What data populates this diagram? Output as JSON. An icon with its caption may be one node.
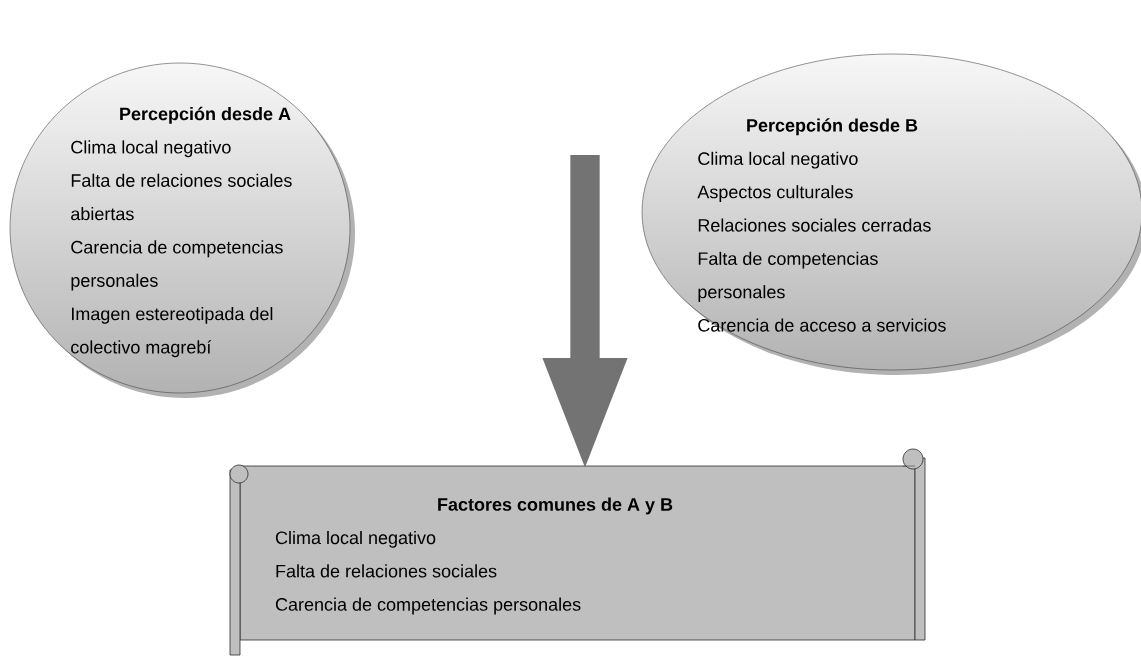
{
  "diagram": {
    "nodes": [
      {
        "text": [
          "Percepción desde A",
          "Clima local negativo",
          "Falta de relaciones sociales abiertas",
          "Carencia de competencias personales",
          "Imagen estereotipada del colectivo magrebí"
        ]
      },
      {
        "text": [
          "Percepción desde B",
          "Clima local negativo",
          "Aspectos culturales",
          "Relaciones sociales cerradas",
          "Falta de competencias personales",
          "Carencia de acceso a servicios"
        ]
      },
      {
        "text": [
          "Factores comunes de A y B",
          "Clima local negativo",
          "Falta de relaciones sociales",
          "Carencia de competencias personales"
        ]
      }
    ],
    "edges": [
      {
        "from": null,
        "to": 2,
        "arrow": "to"
      }
    ]
  }
}
